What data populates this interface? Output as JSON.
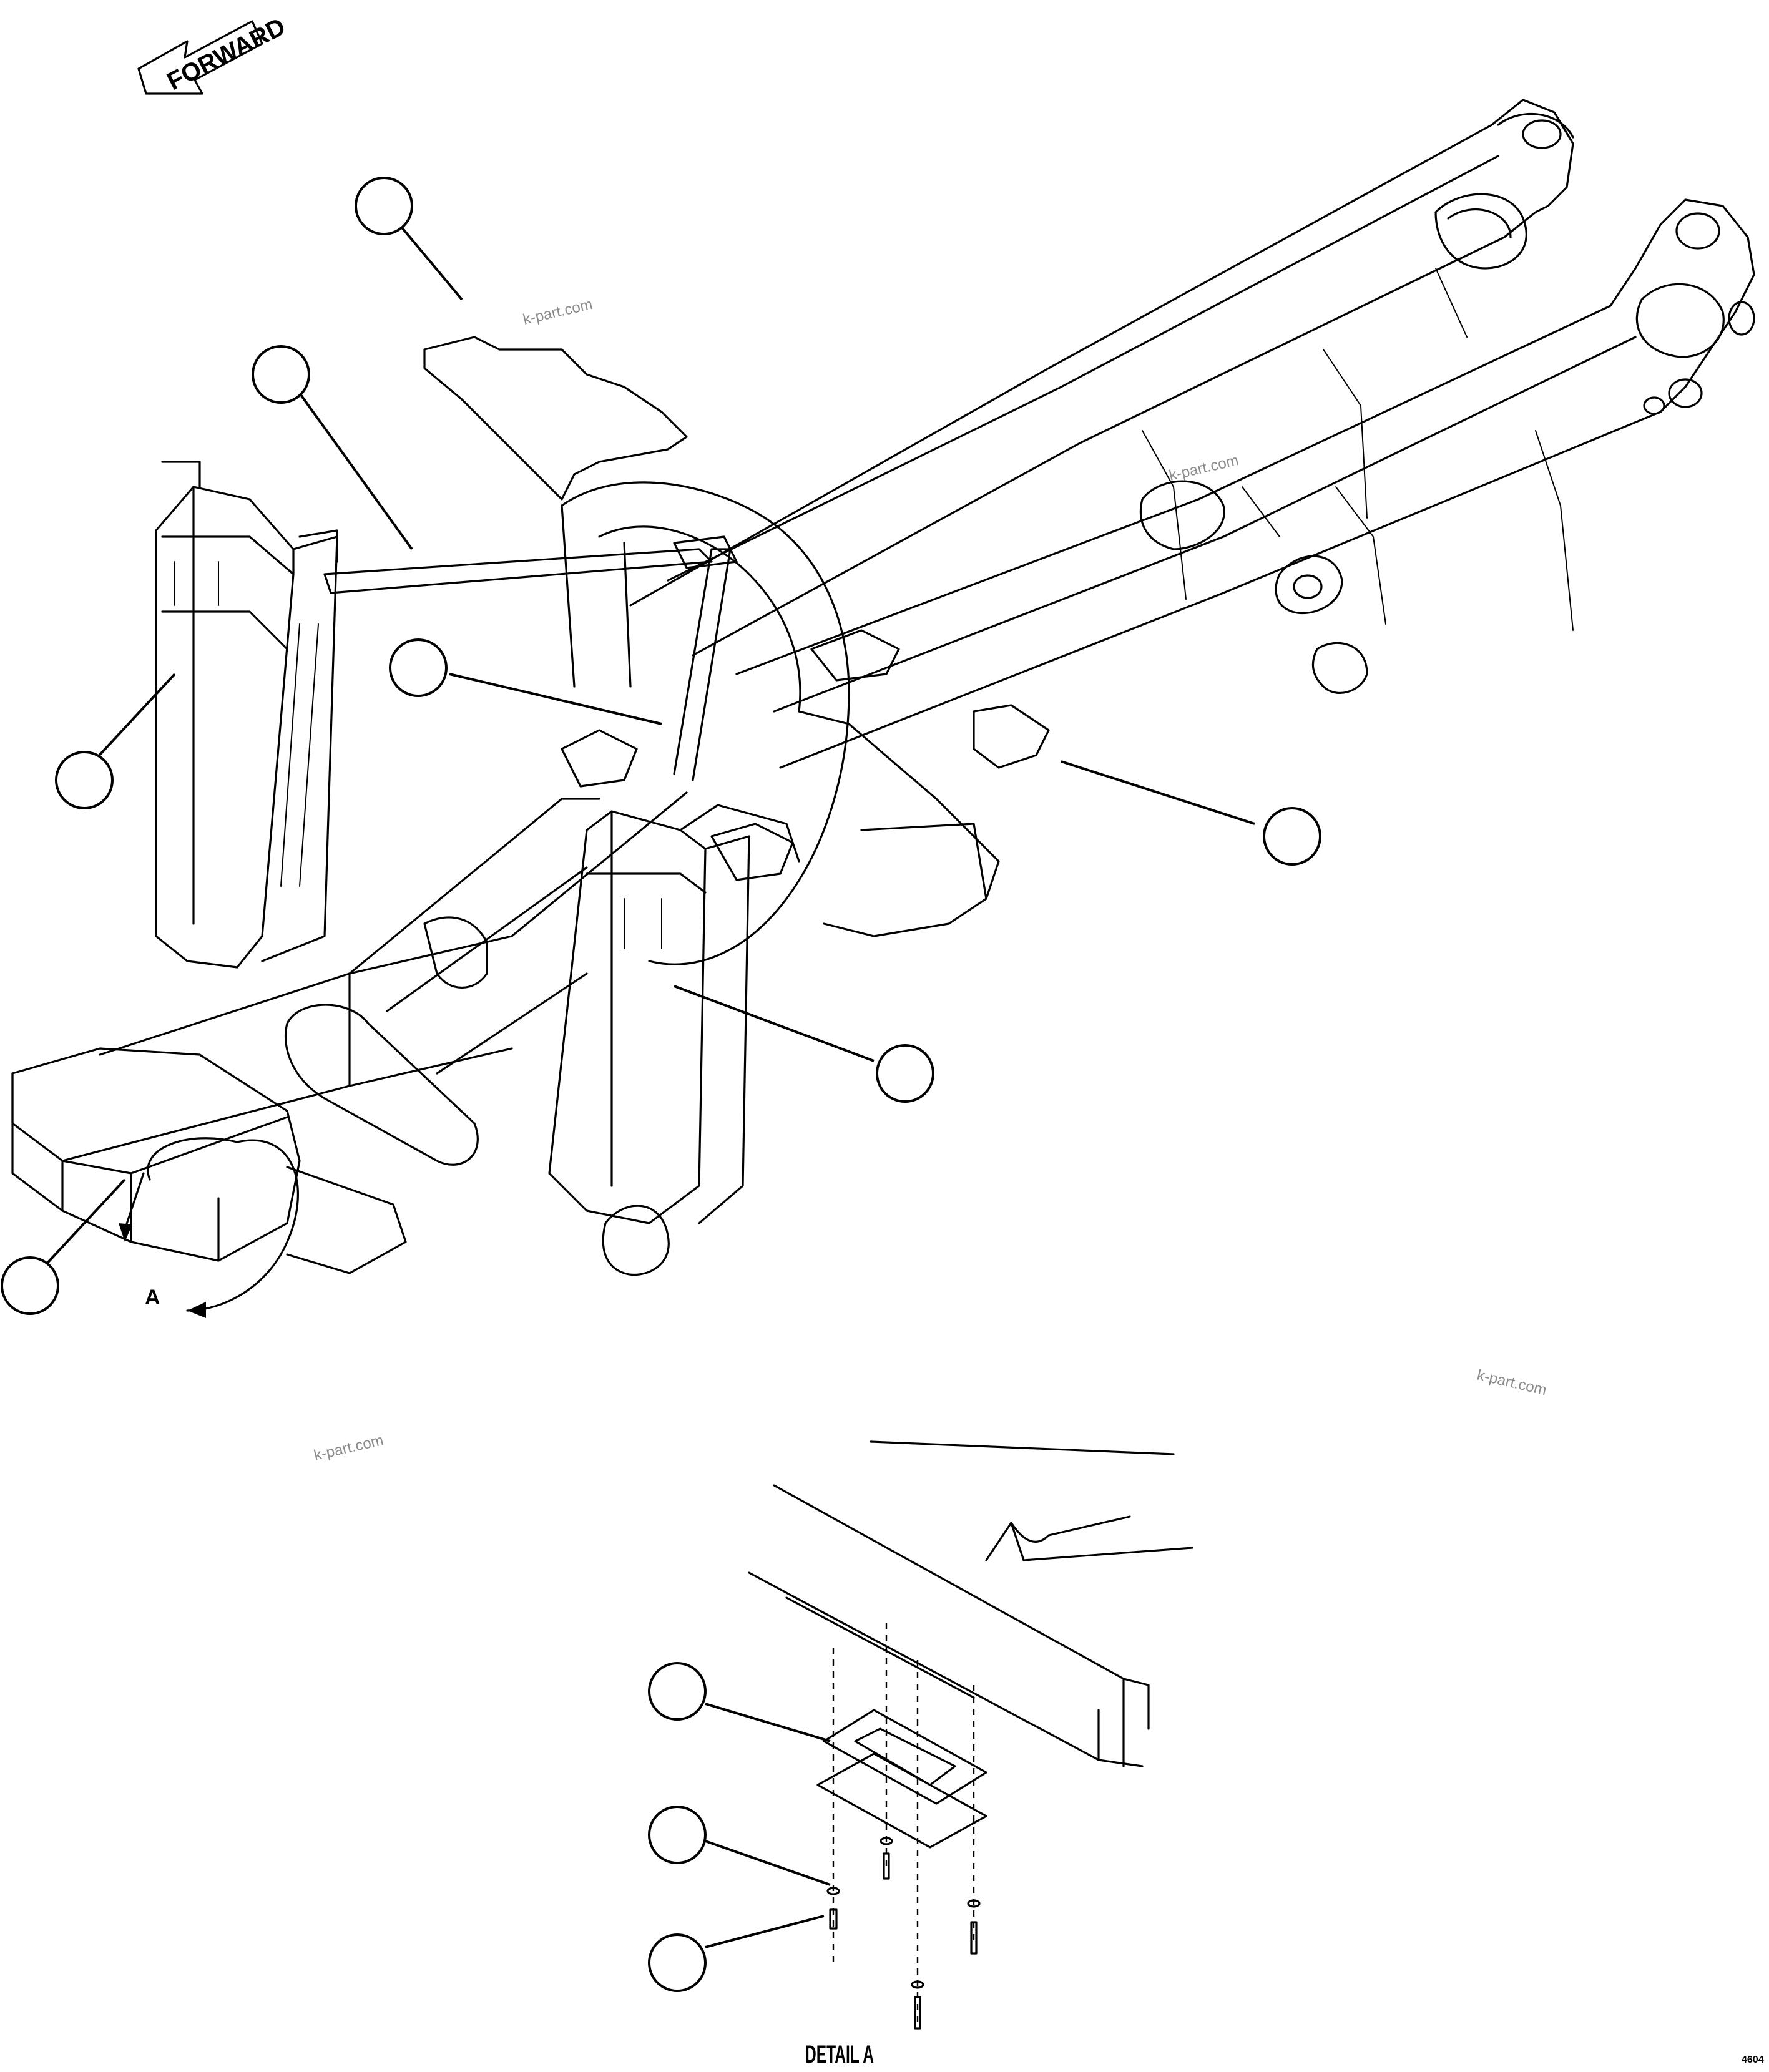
{
  "direction_arrow": {
    "label": "FORWARD"
  },
  "detail_marker": {
    "label": "A"
  },
  "detail_caption": "DETAIL A",
  "figure_code": "4604",
  "watermarks": [
    "k-part.com",
    "k-part.com",
    "k-part.com",
    "k-part.com"
  ],
  "callouts_main": 7,
  "callouts_detail": 3
}
